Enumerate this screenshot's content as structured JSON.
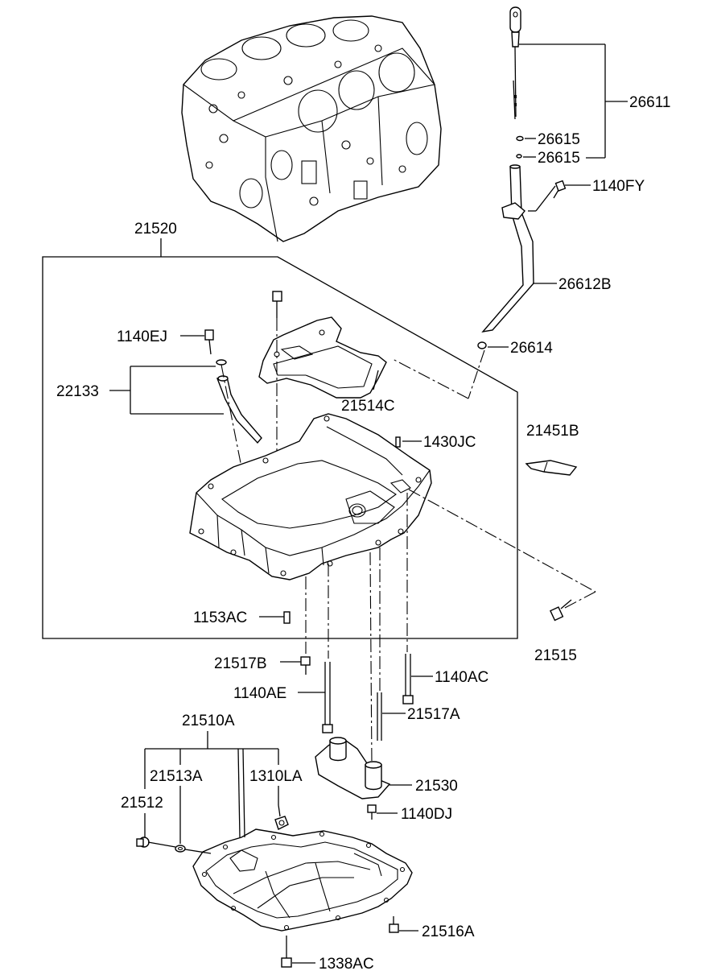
{
  "callouts": [
    {
      "id": "26611",
      "label": "26611"
    },
    {
      "id": "26615-a",
      "label": "26615"
    },
    {
      "id": "26615-b",
      "label": "26615"
    },
    {
      "id": "1140FY",
      "label": "1140FY"
    },
    {
      "id": "21520",
      "label": "21520"
    },
    {
      "id": "26612B",
      "label": "26612B"
    },
    {
      "id": "1140EJ",
      "label": "1140EJ"
    },
    {
      "id": "26614",
      "label": "26614"
    },
    {
      "id": "22133",
      "label": "22133"
    },
    {
      "id": "21514C",
      "label": "21514C"
    },
    {
      "id": "21451B",
      "label": "21451B"
    },
    {
      "id": "1430JC",
      "label": "1430JC"
    },
    {
      "id": "1153AC",
      "label": "1153AC"
    },
    {
      "id": "21515",
      "label": "21515"
    },
    {
      "id": "21517B",
      "label": "21517B"
    },
    {
      "id": "1140AC",
      "label": "1140AC"
    },
    {
      "id": "1140AE",
      "label": "1140AE"
    },
    {
      "id": "21517A",
      "label": "21517A"
    },
    {
      "id": "21510A",
      "label": "21510A"
    },
    {
      "id": "21513A",
      "label": "21513A"
    },
    {
      "id": "1310LA",
      "label": "1310LA"
    },
    {
      "id": "21530",
      "label": "21530"
    },
    {
      "id": "21512",
      "label": "21512"
    },
    {
      "id": "1140DJ",
      "label": "1140DJ"
    },
    {
      "id": "21516A",
      "label": "21516A"
    },
    {
      "id": "1338AC",
      "label": "1338AC"
    }
  ]
}
